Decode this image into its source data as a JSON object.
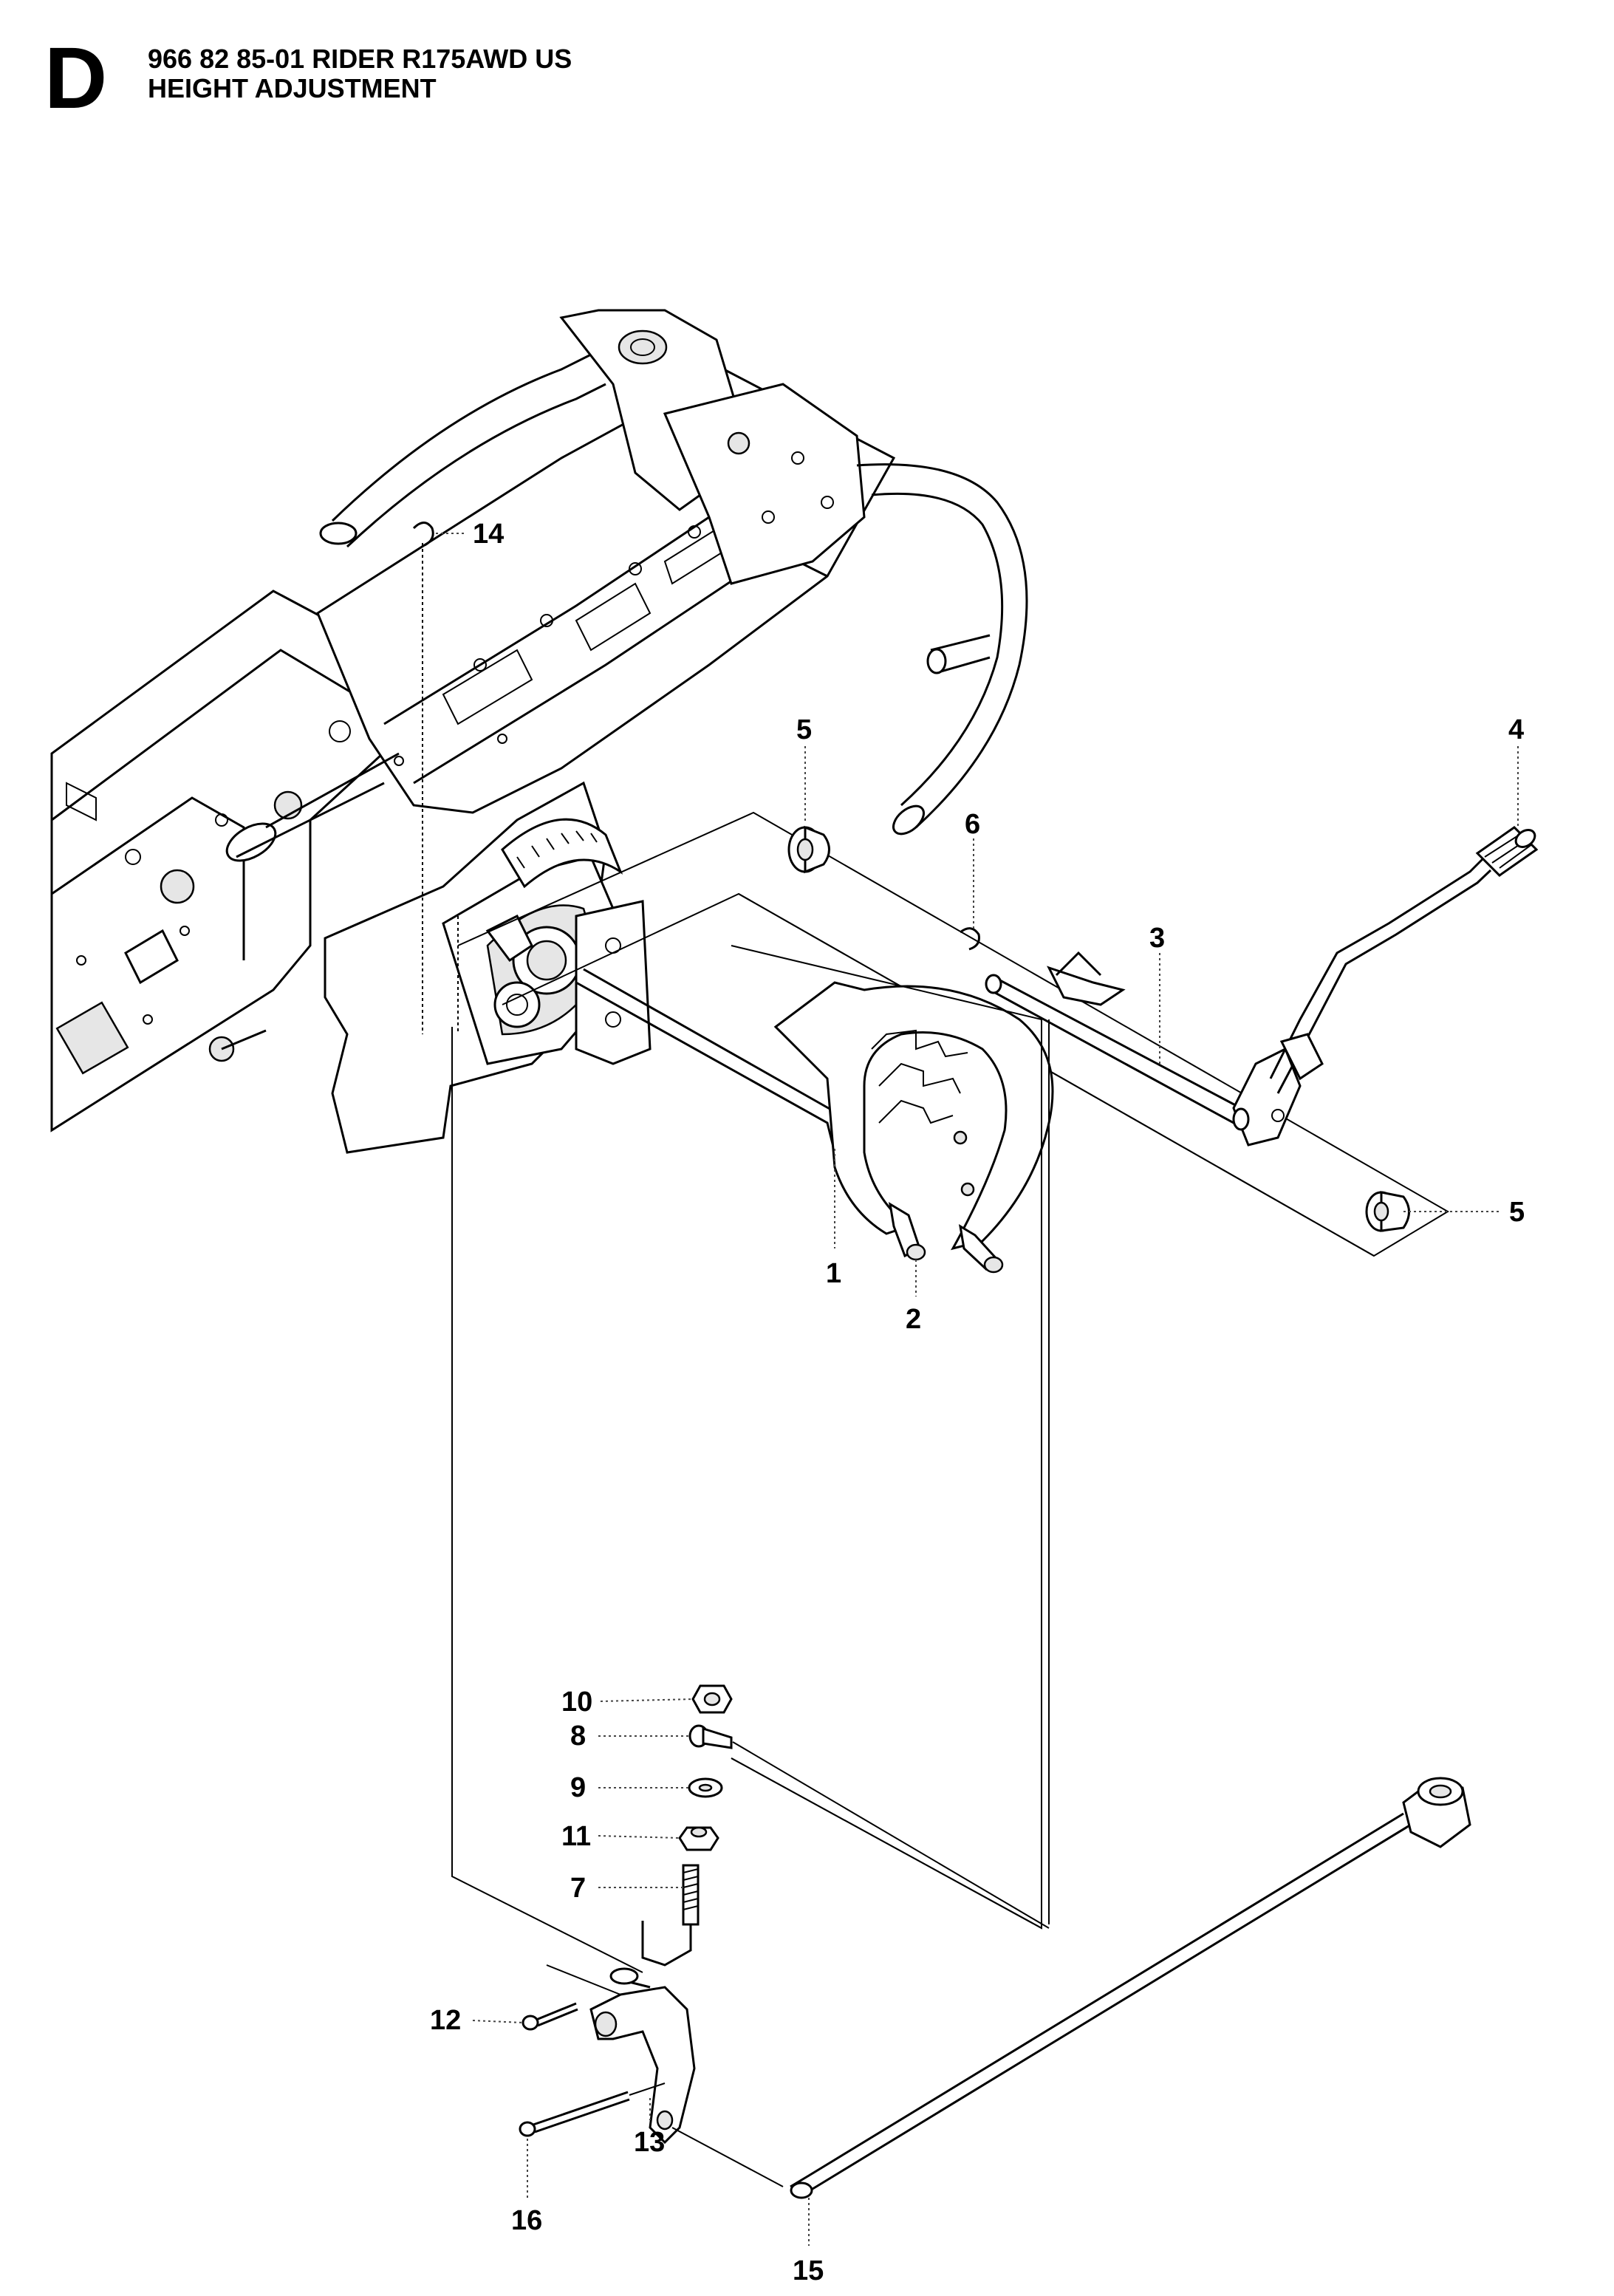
{
  "header": {
    "section_letter": "D",
    "title_line_1": "966 82 85-01 RIDER R175AWD US",
    "title_line_2": "HEIGHT ADJUSTMENT"
  },
  "callouts": [
    {
      "id": "1",
      "label": "1"
    },
    {
      "id": "2",
      "label": "2"
    },
    {
      "id": "3",
      "label": "3"
    },
    {
      "id": "4",
      "label": "4"
    },
    {
      "id": "5a",
      "label": "5"
    },
    {
      "id": "5b",
      "label": "5"
    },
    {
      "id": "6",
      "label": "6"
    },
    {
      "id": "7",
      "label": "7"
    },
    {
      "id": "8",
      "label": "8"
    },
    {
      "id": "9",
      "label": "9"
    },
    {
      "id": "10",
      "label": "10"
    },
    {
      "id": "11",
      "label": "11"
    },
    {
      "id": "12",
      "label": "12"
    },
    {
      "id": "13",
      "label": "13"
    },
    {
      "id": "14",
      "label": "14"
    },
    {
      "id": "15",
      "label": "15"
    },
    {
      "id": "16",
      "label": "16"
    }
  ]
}
